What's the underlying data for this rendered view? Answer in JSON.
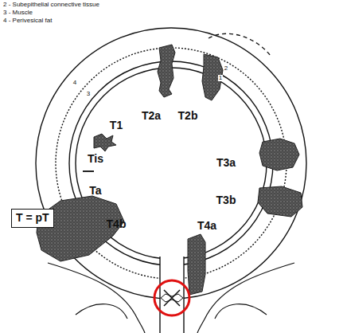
{
  "diagram": {
    "nodes": [
      {
        "text": [
          "T = pT"
        ]
      }
    ],
    "labels": [
      "2 - Subepithelial connective tissue",
      "3 - Muscle",
      "4 - Perivesical fat",
      "1",
      "2",
      "3",
      "4",
      "T1",
      "T2a",
      "T2b",
      "Tis",
      "T3a",
      "Ta",
      "T3b",
      "T4b",
      "T4a"
    ]
  }
}
